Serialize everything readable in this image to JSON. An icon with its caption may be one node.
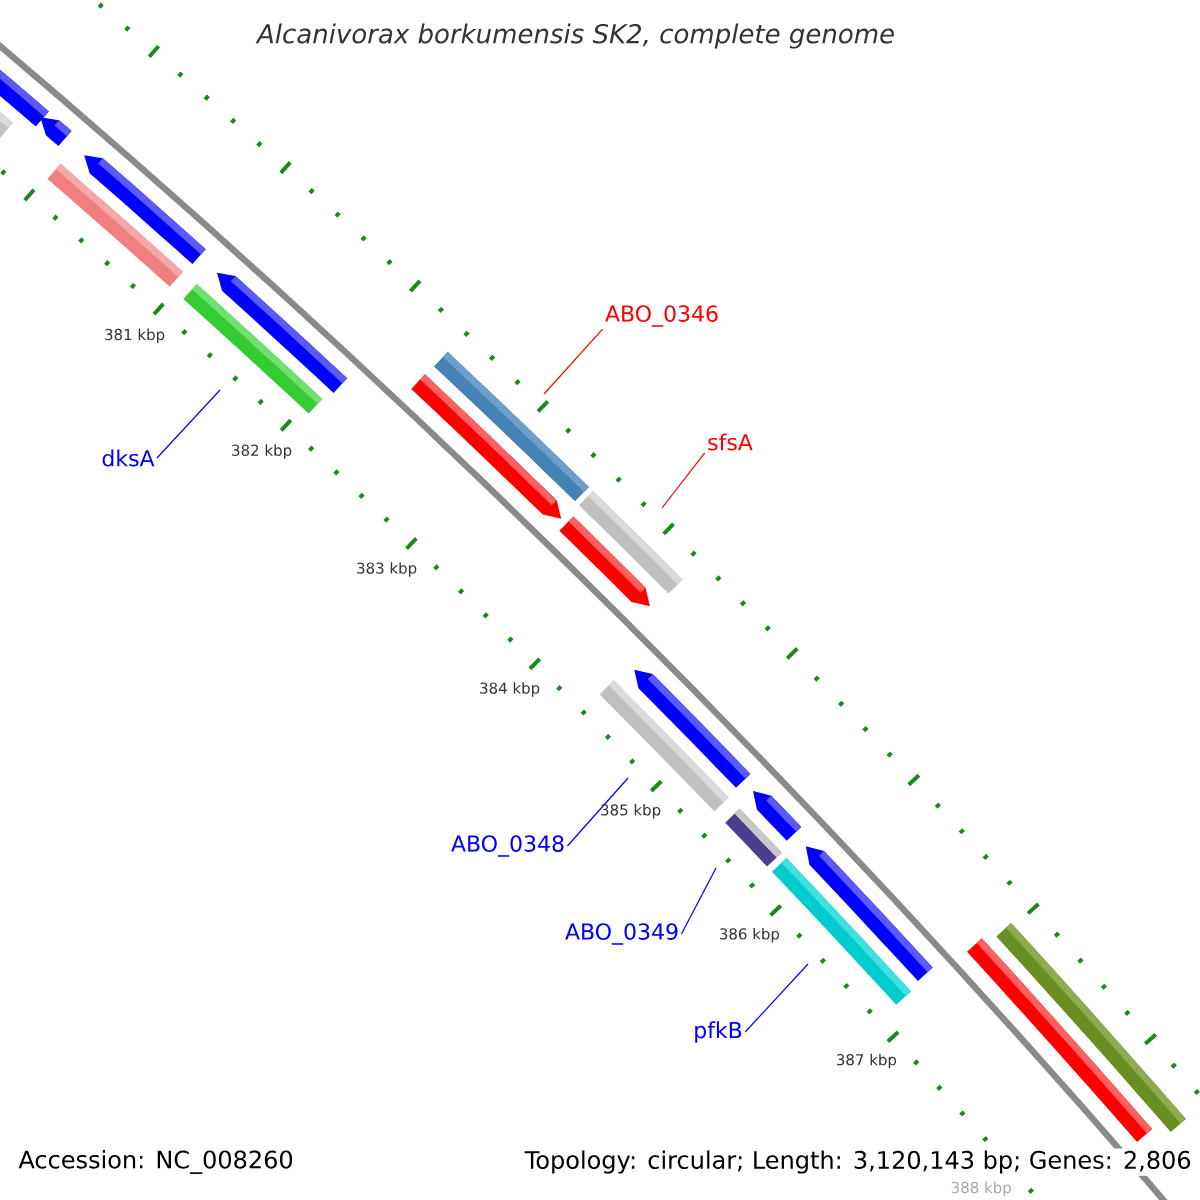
{
  "diagram": {
    "title": "Alcanivorax borkumensis SK2, complete genome",
    "nodes": [
      {
        "text": [
          "ABO_0346"
        ]
      },
      {
        "text": [
          "sfsA"
        ]
      },
      {
        "text": [
          "dksA"
        ]
      },
      {
        "text": [
          "ABO_0348"
        ]
      },
      {
        "text": [
          "ABO_0349"
        ]
      },
      {
        "text": [
          "pfkB"
        ]
      },
      {
        "text": [],
        "shape": "bar"
      },
      {
        "text": [],
        "shape": "bar"
      },
      {
        "text": [],
        "shape": "bar"
      },
      {
        "text": [],
        "shape": "bar"
      },
      {
        "text": [],
        "shape": "bar"
      },
      {
        "text": [],
        "shape": "bar"
      },
      {
        "text": [],
        "shape": "bar"
      },
      {
        "text": [],
        "shape": "bar"
      },
      {
        "text": [],
        "shape": "bar"
      },
      {
        "text": [],
        "shape": "bar"
      },
      {
        "text": [],
        "shape": "bar"
      },
      {
        "text": [],
        "shape": "bar"
      },
      {
        "text": [],
        "shape": "bar"
      },
      {
        "text": [],
        "shape": "bar"
      },
      {
        "text": [],
        "shape": "bar"
      },
      {
        "text": [],
        "shape": "bar"
      },
      {
        "text": [],
        "shape": "bar"
      },
      {
        "text": [],
        "shape": "bar"
      },
      {
        "text": [],
        "shape": "bar"
      }
    ],
    "edges": [
      {
        "from": 0,
        "to": 14,
        "arrow": "none",
        "color": "#ff0000"
      },
      {
        "from": 1,
        "to": 16,
        "arrow": "none",
        "color": "#ff0000"
      },
      {
        "from": 2,
        "to": 11,
        "arrow": "none"
      },
      {
        "from": 3,
        "to": 17,
        "arrow": "none"
      },
      {
        "from": 4,
        "to": 19,
        "arrow": "none"
      },
      {
        "from": 5,
        "to": 21,
        "arrow": "none"
      }
    ],
    "labels": [
      "381 kbp",
      "382 kbp",
      "383 kbp",
      "384 kbp",
      "385 kbp",
      "386 kbp",
      "387 kbp",
      "388 kbp",
      "Accession: NC_008260",
      "Topology: circular; Length: 3,120,143 bp; Genes: 2,806"
    ]
  }
}
